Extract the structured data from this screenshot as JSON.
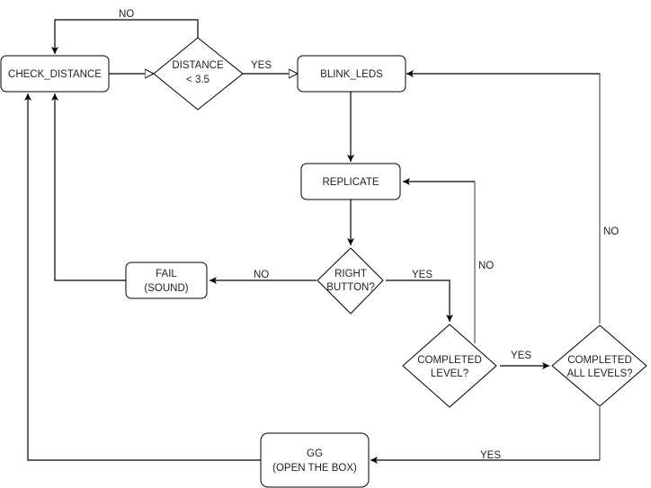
{
  "diagram": {
    "nodes": {
      "check_distance": {
        "type": "process",
        "lines": [
          "CHECK_DISTANCE"
        ]
      },
      "distance_decision": {
        "type": "decision",
        "lines": [
          "DISTANCE",
          "< 3.5"
        ]
      },
      "blink_leds": {
        "type": "process",
        "lines": [
          "BLINK_LEDS"
        ]
      },
      "replicate": {
        "type": "process",
        "lines": [
          "REPLICATE"
        ]
      },
      "right_button": {
        "type": "decision",
        "lines": [
          "RIGHT",
          "BUTTON?"
        ]
      },
      "fail": {
        "type": "process",
        "lines": [
          "FAIL",
          "(SOUND)"
        ]
      },
      "completed_level": {
        "type": "decision",
        "lines": [
          "COMPLETED",
          "LEVEL?"
        ]
      },
      "completed_all": {
        "type": "decision",
        "lines": [
          "COMPLETED",
          "ALL LEVELS?"
        ]
      },
      "gg": {
        "type": "process",
        "lines": [
          "GG",
          "(OPEN THE BOX)"
        ]
      }
    },
    "edges": [
      {
        "from": "check_distance",
        "to": "distance_decision",
        "label": ""
      },
      {
        "from": "distance_decision",
        "to": "check_distance",
        "label": "NO"
      },
      {
        "from": "distance_decision",
        "to": "blink_leds",
        "label": "YES"
      },
      {
        "from": "blink_leds",
        "to": "replicate",
        "label": ""
      },
      {
        "from": "replicate",
        "to": "right_button",
        "label": ""
      },
      {
        "from": "right_button",
        "to": "fail",
        "label": "NO"
      },
      {
        "from": "fail",
        "to": "check_distance",
        "label": ""
      },
      {
        "from": "right_button",
        "to": "completed_level",
        "label": "YES"
      },
      {
        "from": "completed_level",
        "to": "replicate",
        "label": "NO"
      },
      {
        "from": "completed_level",
        "to": "completed_all",
        "label": "YES"
      },
      {
        "from": "completed_all",
        "to": "blink_leds",
        "label": "NO"
      },
      {
        "from": "completed_all",
        "to": "gg",
        "label": "YES"
      },
      {
        "from": "gg",
        "to": "check_distance",
        "label": ""
      }
    ]
  }
}
